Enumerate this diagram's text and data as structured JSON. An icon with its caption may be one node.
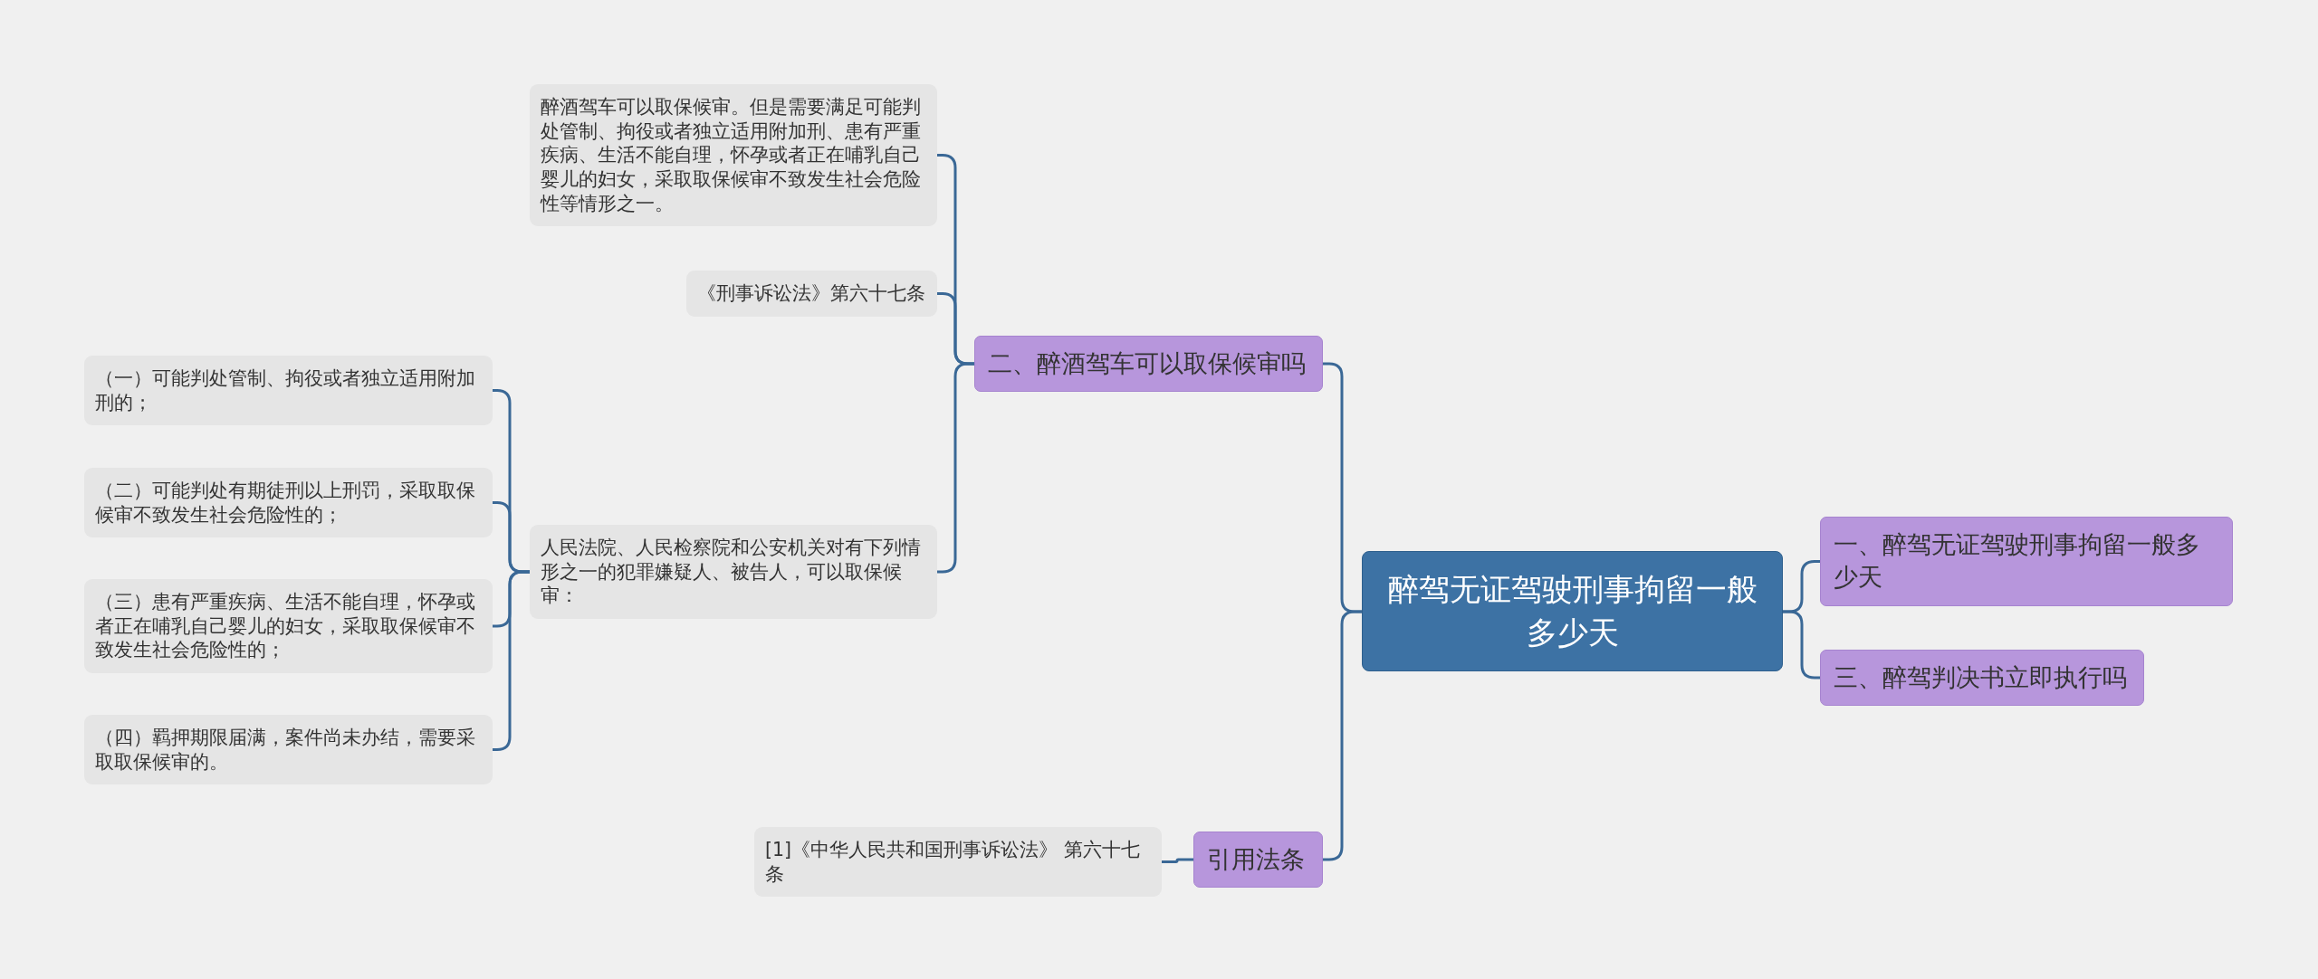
{
  "diagram": {
    "nodes": [
      {
        "text": [
          "醉驾无证驾驶刑事拘留一般多少天"
        ]
      },
      {
        "text": [
          "一、醉驾无证驾驶刑事拘留一般多少天"
        ]
      },
      {
        "text": [
          "三、醉驾判决书立即执行吗"
        ]
      },
      {
        "text": [
          "二、醉酒驾车可以取保候审吗"
        ]
      },
      {
        "text": [
          "引用法条"
        ]
      },
      {
        "text": [
          "醉酒驾车可以取保候审。但是需要满足可能判处管制、拘役或者独立适用附加刑、患有严重疾病、生活不能自理，怀孕或者正在哺乳自己婴儿的妇女，采取取保候审不致发生社会危险性等情形之一。"
        ]
      },
      {
        "text": [
          "《刑事诉讼法》第六十七条"
        ]
      },
      {
        "text": [
          "人民法院、人民检察院和公安机关对有下列情形之一的犯罪嫌疑人、被告人，可以取保候审："
        ]
      },
      {
        "text": [
          "（一）可能判处管制、拘役或者独立适用附加刑的；"
        ]
      },
      {
        "text": [
          "（二）可能判处有期徒刑以上刑罚，采取取保候审不致发生社会危险性的；"
        ]
      },
      {
        "text": [
          "（三）患有严重疾病、生活不能自理，怀孕或者正在哺乳自己婴儿的妇女，采取取保候审不致发生社会危险性的；"
        ]
      },
      {
        "text": [
          "（四）羁押期限届满，案件尚未办结，需要采取取保候审的。"
        ]
      },
      {
        "text": [
          "[1]《中华人民共和国刑事诉讼法》 第六十七条"
        ]
      }
    ],
    "edges": [
      {
        "from": 0,
        "to": 1,
        "arrow": "none"
      },
      {
        "from": 0,
        "to": 2,
        "arrow": "none"
      },
      {
        "from": 0,
        "to": 3,
        "arrow": "none"
      },
      {
        "from": 0,
        "to": 4,
        "arrow": "none"
      },
      {
        "from": 3,
        "to": 5,
        "arrow": "none"
      },
      {
        "from": 3,
        "to": 6,
        "arrow": "none"
      },
      {
        "from": 3,
        "to": 7,
        "arrow": "none"
      },
      {
        "from": 7,
        "to": 8,
        "arrow": "none"
      },
      {
        "from": 7,
        "to": 9,
        "arrow": "none"
      },
      {
        "from": 7,
        "to": 10,
        "arrow": "none"
      },
      {
        "from": 7,
        "to": 11,
        "arrow": "none"
      },
      {
        "from": 4,
        "to": 12,
        "arrow": "none"
      }
    ]
  }
}
